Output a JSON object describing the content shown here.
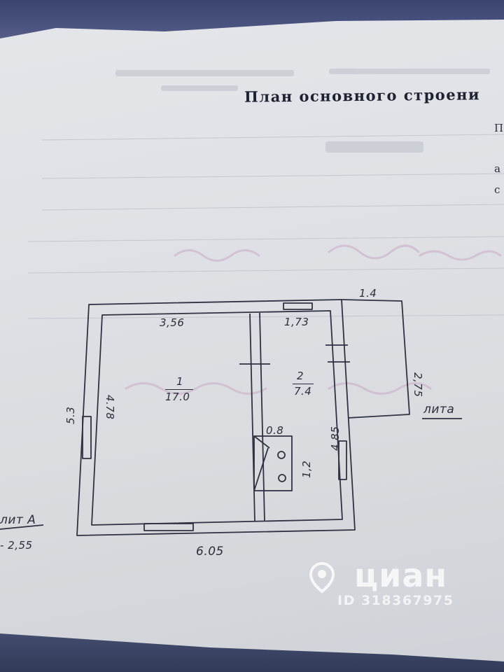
{
  "document": {
    "title": "План основного строени",
    "right_margin_letters": [
      "П",
      "а",
      "с"
    ]
  },
  "plan": {
    "room_1": {
      "number": "1",
      "area": "17.0"
    },
    "room_2": {
      "number": "2",
      "area": "7.4"
    },
    "dimensions": {
      "top_left": "3,56",
      "top_mid": "1,73",
      "annex_top": "1.4",
      "annex_side": "2,75",
      "outer_left": "5.3",
      "inner_left": "4.78",
      "inner_right": "4.85",
      "bottom": "6.05",
      "stove_width": "0.8",
      "stove_depth": "1,2"
    },
    "annex_label": "лита",
    "bottom_left_label_1": "лит А",
    "bottom_left_label_2": "- 2,55"
  },
  "watermark": {
    "brand": "циан",
    "id_text": "ID 318367975"
  },
  "colors": {
    "ink": "#2b2e3a",
    "paper": "#dfe1e6",
    "background": "#2c3552"
  }
}
